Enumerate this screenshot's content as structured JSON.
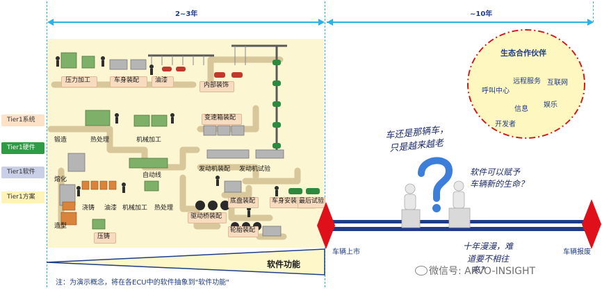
{
  "timeline": {
    "phase_left": "2~3年",
    "phase_right": "~10年",
    "launch_label": "车辆上市",
    "scrap_label": "车辆报废"
  },
  "tiers": [
    {
      "label": "Tier1系统",
      "color": "#fde2c8"
    },
    {
      "label": "Tier1硬件",
      "color": "#2e9b45"
    },
    {
      "label": "Tier1软件",
      "color": "#c8cfe6"
    },
    {
      "label": "Tier1方案",
      "color": "#fff3b8"
    }
  ],
  "factory": {
    "top_row": [
      "压力加工",
      "车身装配",
      "油漆"
    ],
    "interior": "内部装饰",
    "left_column": [
      "锻造",
      "热处理",
      "机械加工"
    ],
    "melting": "熔化",
    "molding": "造型",
    "auto_line": "自动线",
    "casting_row": [
      "浇铸",
      "油漆",
      "机械加工",
      "热处理"
    ],
    "die_casting": "压铸",
    "gearbox": "变速箱装配",
    "engine_row": [
      "发动机装配",
      "发动机试验"
    ],
    "chassis_row": [
      "底盘装配",
      "车身安装",
      "最后试验"
    ],
    "axle": "驱动桥装配",
    "tire": "轮胎装配"
  },
  "software_wedge_label": "软件功能",
  "note": "注：为演示概念，将在各ECU中的软件抽象到\"软件功能\"",
  "ecosystem": {
    "title": "生态合作伙伴",
    "items": [
      "远程服务",
      "互联网",
      "呼叫中心",
      "信息",
      "娱乐",
      "开发者"
    ]
  },
  "handwriting": {
    "q1_line1": "车还是那辆车，",
    "q1_line2": "只是越来越老",
    "q2_line1": "软件可以赋予",
    "q2_line2": "车辆新的生命？",
    "decade_line1": "十年漫漫，难",
    "decade_line2": "道要不相往",
    "decade_line3": "来？"
  },
  "watermark": "微信号: ARVO-INSIGHT",
  "colors": {
    "dim_line": "#2bb2e6",
    "navy": "#1f3c88",
    "red": "#e0101a",
    "factory_bg": "#fdf6d3",
    "conveyor": "#d8c79a",
    "wedge_fill": "#fdf7c9"
  }
}
